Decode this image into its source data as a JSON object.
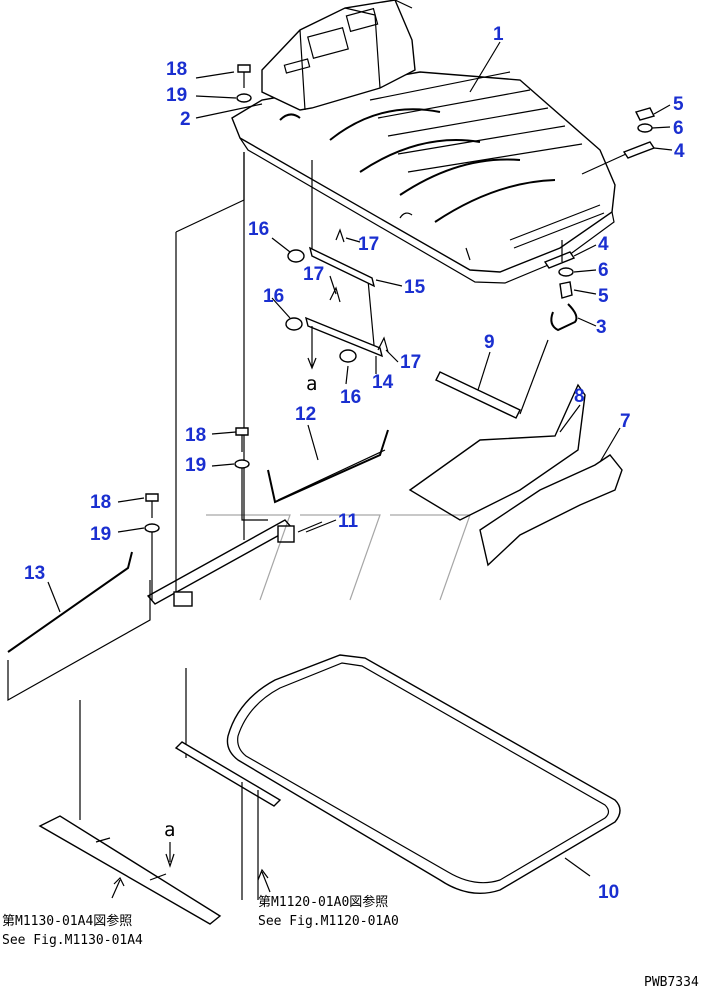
{
  "diagram": {
    "code": "PWB7334",
    "section_mark": "a",
    "ref_1": {
      "ja": "第M1130-01A4図参照",
      "en": "See Fig.M1130-01A4"
    },
    "ref_2": {
      "ja": "第M1120-01A0図参照",
      "en": "See Fig.M1120-01A0"
    },
    "callouts": {
      "n1": "1",
      "n2": "2",
      "n3": "3",
      "n4a": "4",
      "n4b": "4",
      "n5a": "5",
      "n5b": "5",
      "n6a": "6",
      "n6b": "6",
      "n7": "7",
      "n8": "8",
      "n9": "9",
      "n10": "10",
      "n11": "11",
      "n12": "12",
      "n13": "13",
      "n14": "14",
      "n15": "15",
      "n16a": "16",
      "n16b": "16",
      "n16c": "16",
      "n17a": "17",
      "n17b": "17",
      "n17c": "17",
      "n18a": "18",
      "n18b": "18",
      "n18c": "18",
      "n19a": "19",
      "n19b": "19",
      "n19c": "19"
    },
    "label_color": "#1a2fd0"
  }
}
